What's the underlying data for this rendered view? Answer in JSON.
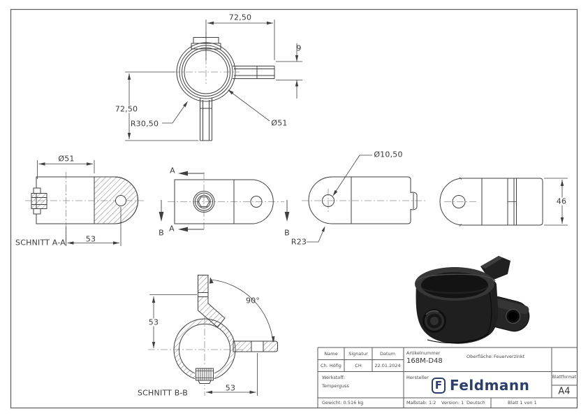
{
  "drawing": {
    "top_view": {
      "dim_width": "72,50",
      "dim_height": "72,50",
      "dim_tab": "9",
      "radius": "R30,50",
      "diameter": "Ø51"
    },
    "section_aa": {
      "title": "SCHNITT A-A",
      "diameter": "Ø51",
      "dim_offset": "53"
    },
    "markers": {
      "a": "A",
      "b": "B"
    },
    "lug_view": {
      "hole_diameter": "Ø10,50",
      "radius": "R23"
    },
    "front_view": {
      "height": "46"
    },
    "section_bb": {
      "title": "SCHNITT B-B",
      "angle": "90°",
      "dim_vertical": "53",
      "dim_horizontal": "53"
    }
  },
  "title_block": {
    "name_label": "Name",
    "signatur_label": "Signatur",
    "datum_label": "Datum",
    "name": "Ch. Höfig",
    "signatur": "CH",
    "datum": "22.01.2024",
    "artikelnummer_label": "Artikelnummer",
    "artikelnummer": "168M-D48",
    "oberflaeche_label": "Oberfläche:",
    "oberflaeche": "Feuerverzinkt",
    "werkstoff_label": "Werkstoff:",
    "werkstoff": "Temperguss",
    "hersteller_label": "Hersteller",
    "brand_icon": "F",
    "brand": "Feldmann",
    "blattformat_label": "Blattformat",
    "blattformat": "A4",
    "gewicht": "Gewicht: 0.516 kg",
    "massstab": "Maßstab: 1:2",
    "version": "Version: 1",
    "sprache": "Deutsch",
    "blatt": "Blatt 1 von 1"
  },
  "colors": {
    "line": "#3f3f3f",
    "brand_blue": "#2b3f6d",
    "part_black": "#1e1e1e"
  }
}
